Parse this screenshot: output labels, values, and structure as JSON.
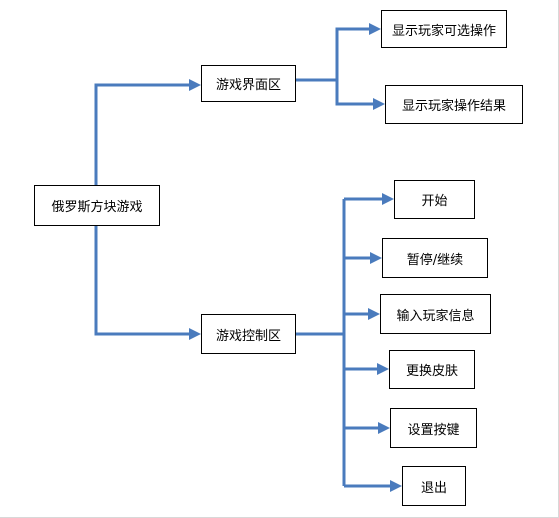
{
  "diagram": {
    "root": {
      "label": "俄罗斯方块游戏"
    },
    "branches": [
      {
        "label": "游戏界面区",
        "children": [
          "显示玩家可选操作",
          "显示玩家操作结果"
        ]
      },
      {
        "label": "游戏控制区",
        "children": [
          "开始",
          "暂停/继续",
          "输入玩家信息",
          "更换皮肤",
          "设置按键",
          "退出"
        ]
      }
    ]
  },
  "colors": {
    "connector": "#4a7bbd",
    "box_border": "#000000",
    "box_fill": "#ffffff",
    "text": "#000000"
  }
}
